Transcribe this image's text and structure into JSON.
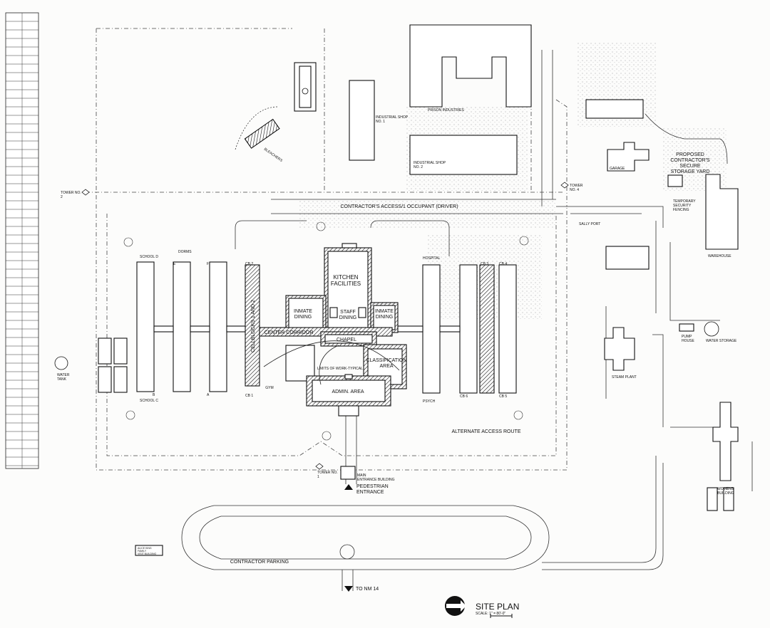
{
  "labels": {
    "kitchen_1": "KITCHEN",
    "kitchen_2": "FACILITIES",
    "inmate_dining_l1": "INMATE",
    "inmate_dining_l2": "DINING",
    "inmate_dining_r1": "INMATE",
    "inmate_dining_r2": "DINING",
    "staff_1": "STAFF",
    "staff_2": "DINING",
    "center_corridor": "CENTER CORRIDOR",
    "chapel": "CHAPEL",
    "classification_1": "CLASSIFICATION",
    "classification_2": "AREA",
    "limits": "LIMITS OF WORK-TYPICAL",
    "admin": "ADMIN. AREA",
    "gym": "GYM",
    "cellblocks": "CELLBLOCKS 1 AND 2",
    "contractor_access": "CONTRACTOR'S ACCESS/1 OCCUPANT (DRIVER)",
    "alternate_route": "ALTERNATE ACCESS ROUTE",
    "contractor_parking": "CONTRACTOR PARKING",
    "pedestrian_1": "PEDESTRIAN",
    "pedestrian_2": "ENTRANCE",
    "main_entrance_1": "MAIN",
    "main_entrance_2": "ENTRANCE BUILDING",
    "to_nm14": "TO NM 14",
    "site_plan": "SITE PLAN",
    "scale": "SCALE: 1\" = 80'-0\"",
    "prison_industries": "PRISON INDUSTRIES",
    "shop1_1": "INDUSTRIAL SHOP",
    "shop1_2": "NO. 1",
    "shop2_1": "INDUSTRIAL SHOP",
    "shop2_2": "NO. 2",
    "bleachers": "BLEACHERS",
    "garage": "GARAGE",
    "proposed_1": "PROPOSED",
    "proposed_2": "CONTRACTOR'S",
    "proposed_3": "SECURE",
    "proposed_4": "STORAGE YARD",
    "temp_1": "TEMPORARY",
    "temp_2": "SECURITY",
    "temp_3": "FENCING",
    "tower2_1": "TOWER NO.",
    "tower2_2": "2",
    "tower4_1": "TOWER",
    "tower4_2": "NO. 4",
    "tower1_1": "TOWER NO.",
    "tower1_2": "1",
    "sally_port": "SALLY PORT",
    "warehouse": "WAREHOUSE",
    "pump_1": "PUMP",
    "pump_2": "HOUSE",
    "water_storage": "WATER STORAGE",
    "water_tank_1": "WATER",
    "water_tank_2": "TANK",
    "steam_plant": "STEAM PLANT",
    "womens_1": "WOMENS",
    "womens_2": "BUILDING",
    "hospital": "HOSPITAL",
    "psych": "PSYCH",
    "school_d": "SCHOOL D",
    "school_c": "SCHOOL C",
    "dorms": "DORMS",
    "dorm_e": "E",
    "dorm_f": "F",
    "dorm_b": "B",
    "dorm_a": "A",
    "cb2_top": "CB    2",
    "cb1_bot": "CB    1",
    "cb3_top": "CB    3",
    "cb4_top": "CB    4",
    "cb6_bot": "CB    6",
    "cb5_bot": "CB 5",
    "visit_1": "ALICE KING",
    "visit_2": "FAMILY",
    "visit_3": "VISIT BUILDING"
  }
}
